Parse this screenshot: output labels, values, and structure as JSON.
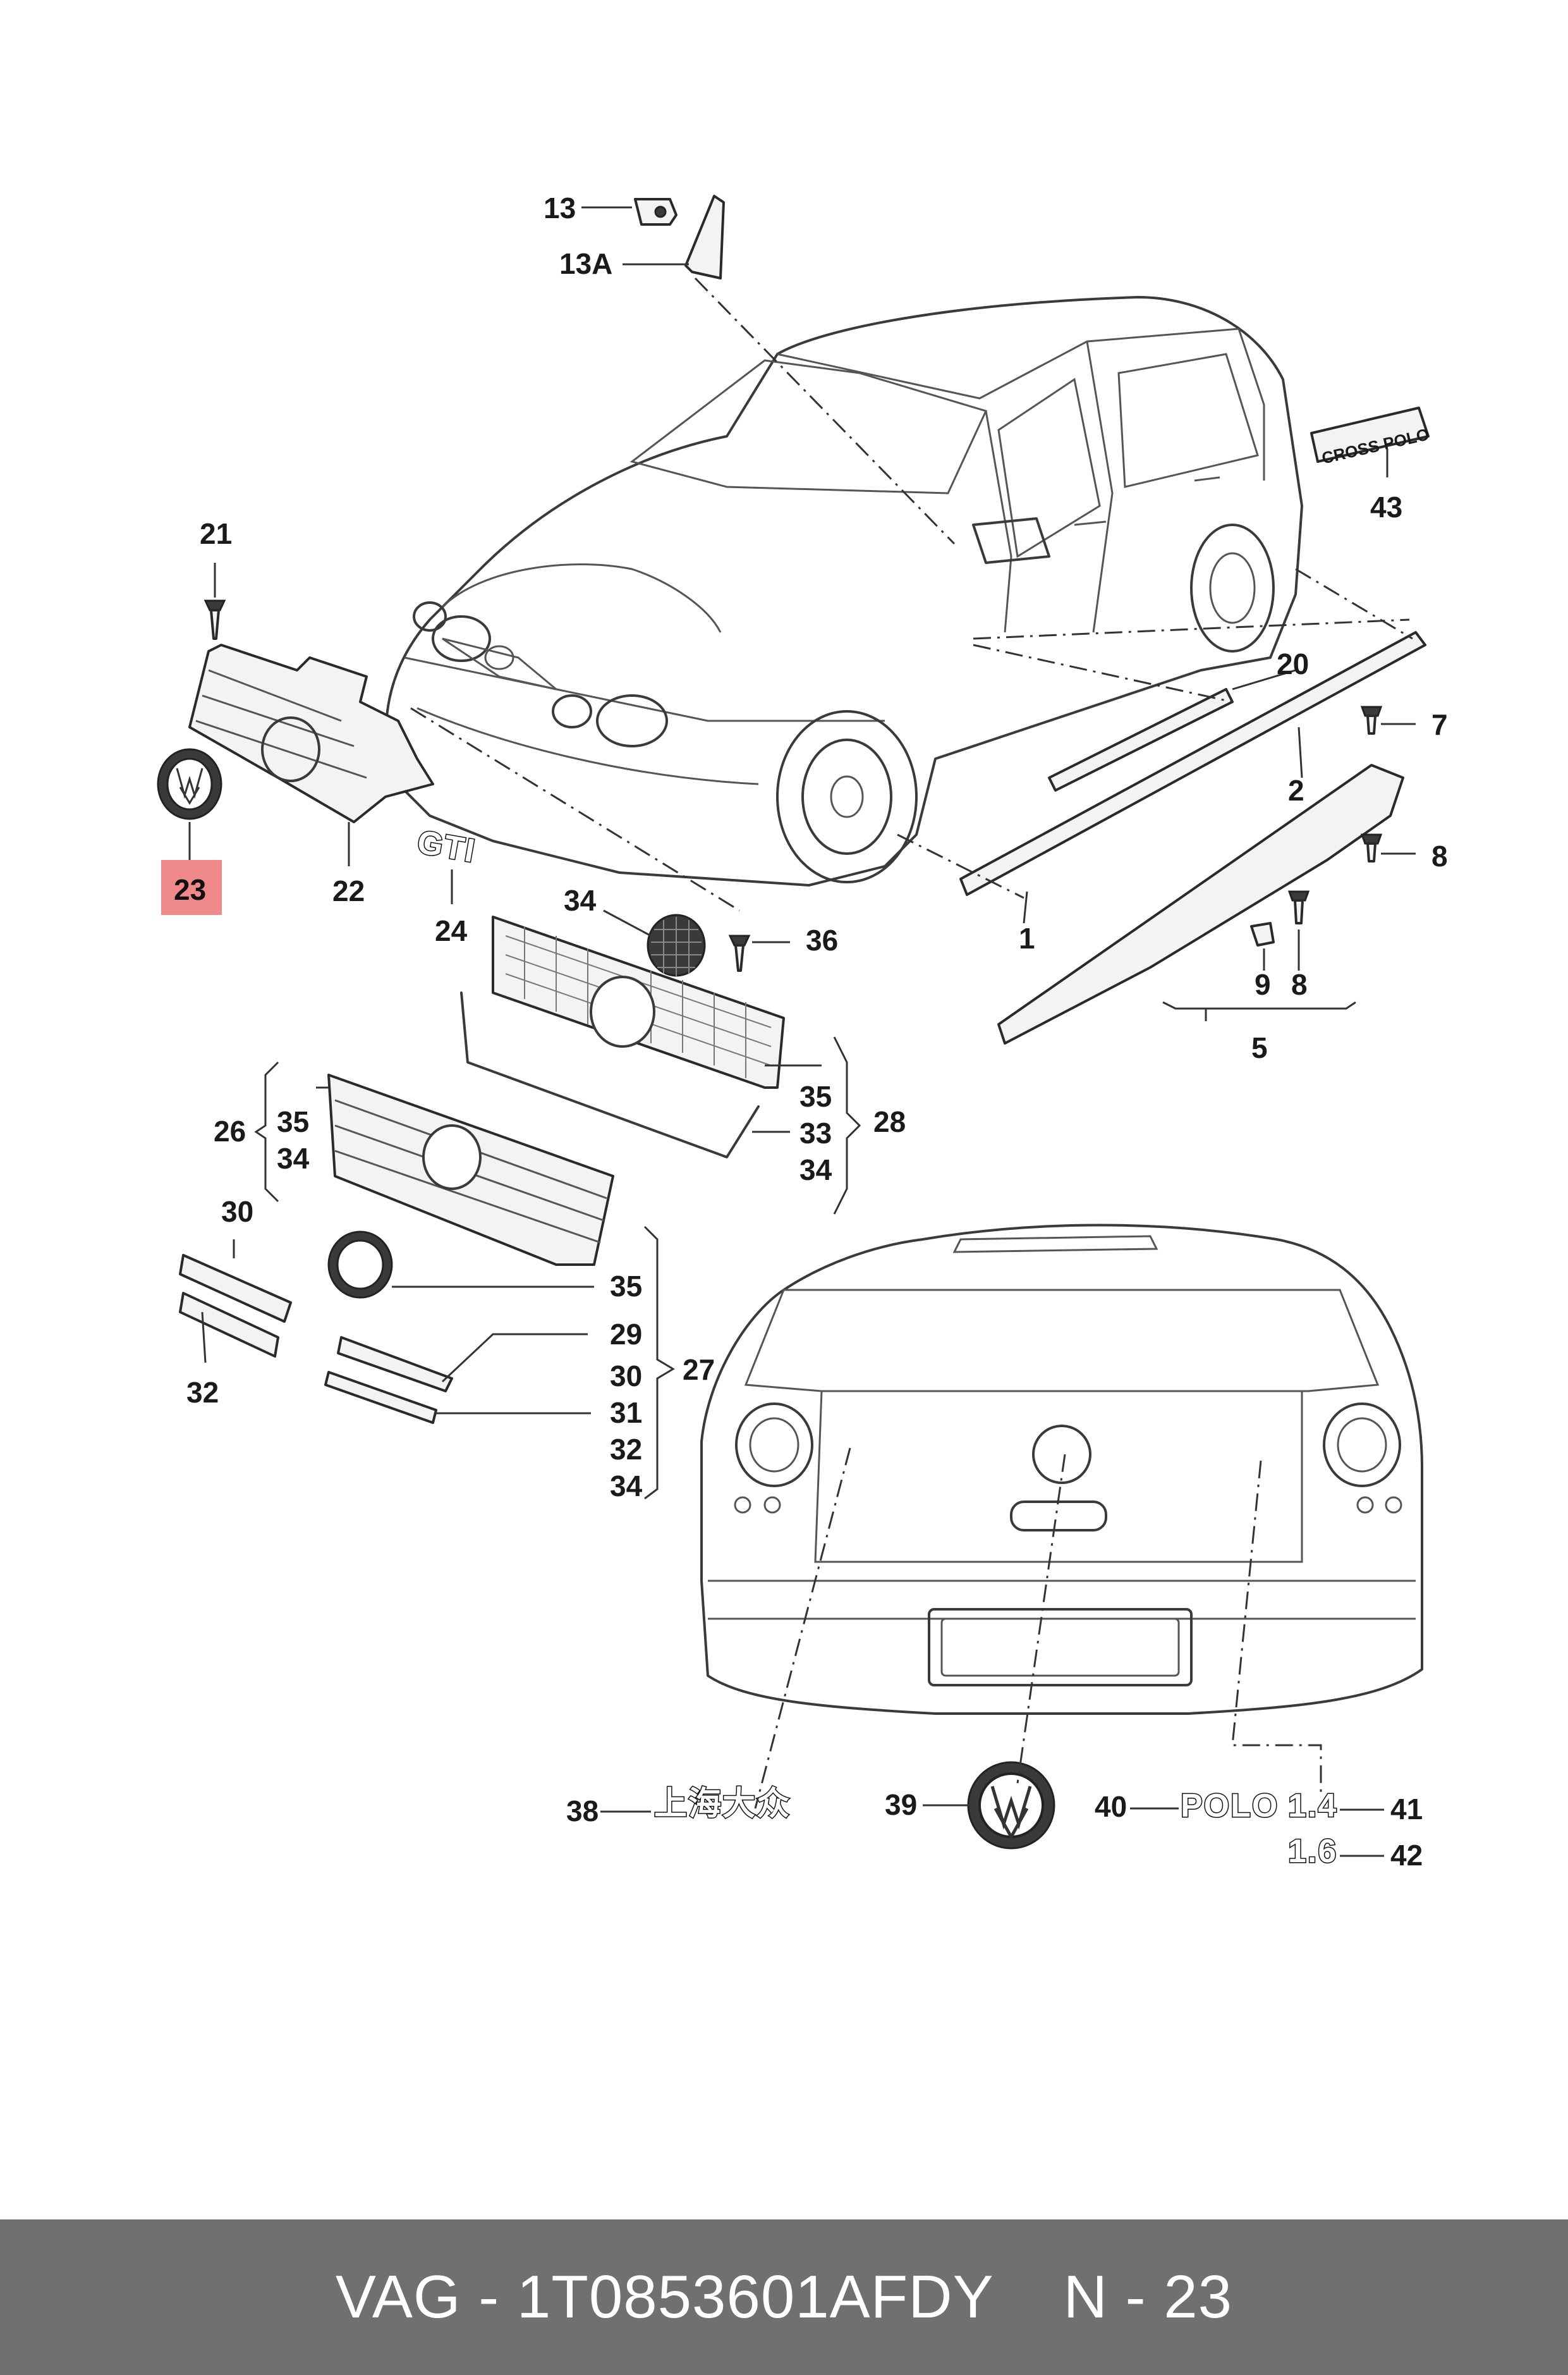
{
  "footer": {
    "brand": "VAG",
    "dash": "-",
    "part_number": "1T0853601AFDY",
    "ref_prefix": "N",
    "ref_dash": "-",
    "ref_number": "23"
  },
  "callouts": {
    "c13": "13",
    "c13A": "13A",
    "c43": "43",
    "c21": "21",
    "c20": "20",
    "c7": "7",
    "c2": "2",
    "c8a": "8",
    "c23": "23",
    "c22": "22",
    "c24": "24",
    "c34a": "34",
    "c36": "36",
    "c1": "1",
    "c9": "9",
    "c8b": "8",
    "c5": "5",
    "c26": "26",
    "c35a": "35",
    "c34b": "34",
    "c35b": "35",
    "c33": "33",
    "c34c": "34",
    "c28": "28",
    "c30a": "30",
    "c35c": "35",
    "c29": "29",
    "c27": "27",
    "c32a": "32",
    "c30b": "30",
    "c31": "31",
    "c32b": "32",
    "c34d": "34",
    "c38": "38",
    "c39": "39",
    "c40": "40",
    "c41": "41",
    "c42": "42"
  },
  "badges": {
    "gti": "GTI",
    "cross_polo": "CROSS POLO",
    "chinese": "上海大众",
    "polo": "POLO",
    "v14": "1.4",
    "v16": "1.6"
  },
  "highlight": {
    "part": "23",
    "color": "#f08a8a"
  }
}
